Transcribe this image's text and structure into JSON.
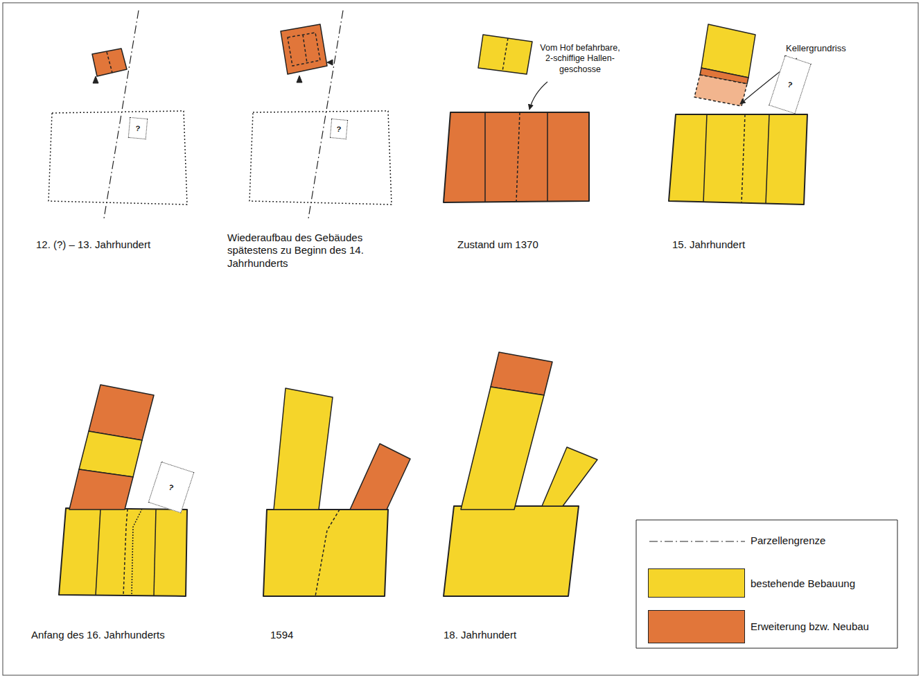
{
  "diagram": {
    "nodes": [
      {
        "text": [
          "?"
        ]
      },
      {
        "text": [
          "?"
        ]
      },
      {
        "text": [
          "?"
        ]
      },
      {
        "text": [
          "?"
        ]
      }
    ],
    "labels": [
      "12. (?) – 13. Jahrhundert",
      "Wiederaufbau des Gebäudes spätestens zu Beginn des 14. Jahrhunderts",
      "Zustand um 1370",
      "15. Jahrhundert",
      "Anfang des 16. Jahrhunderts",
      "1594",
      "18. Jahrhundert",
      "Vom Hof befahrbare, 2-schiffige Hallen- geschosse",
      "Kellergrundriss"
    ],
    "legend": [
      {
        "text": "Parzellengrenze"
      },
      {
        "text": "bestehende Bebauung",
        "color": "#f5d52a"
      },
      {
        "text": "Erweiterung bzw. Neubau",
        "color": "#e1763a"
      }
    ]
  }
}
